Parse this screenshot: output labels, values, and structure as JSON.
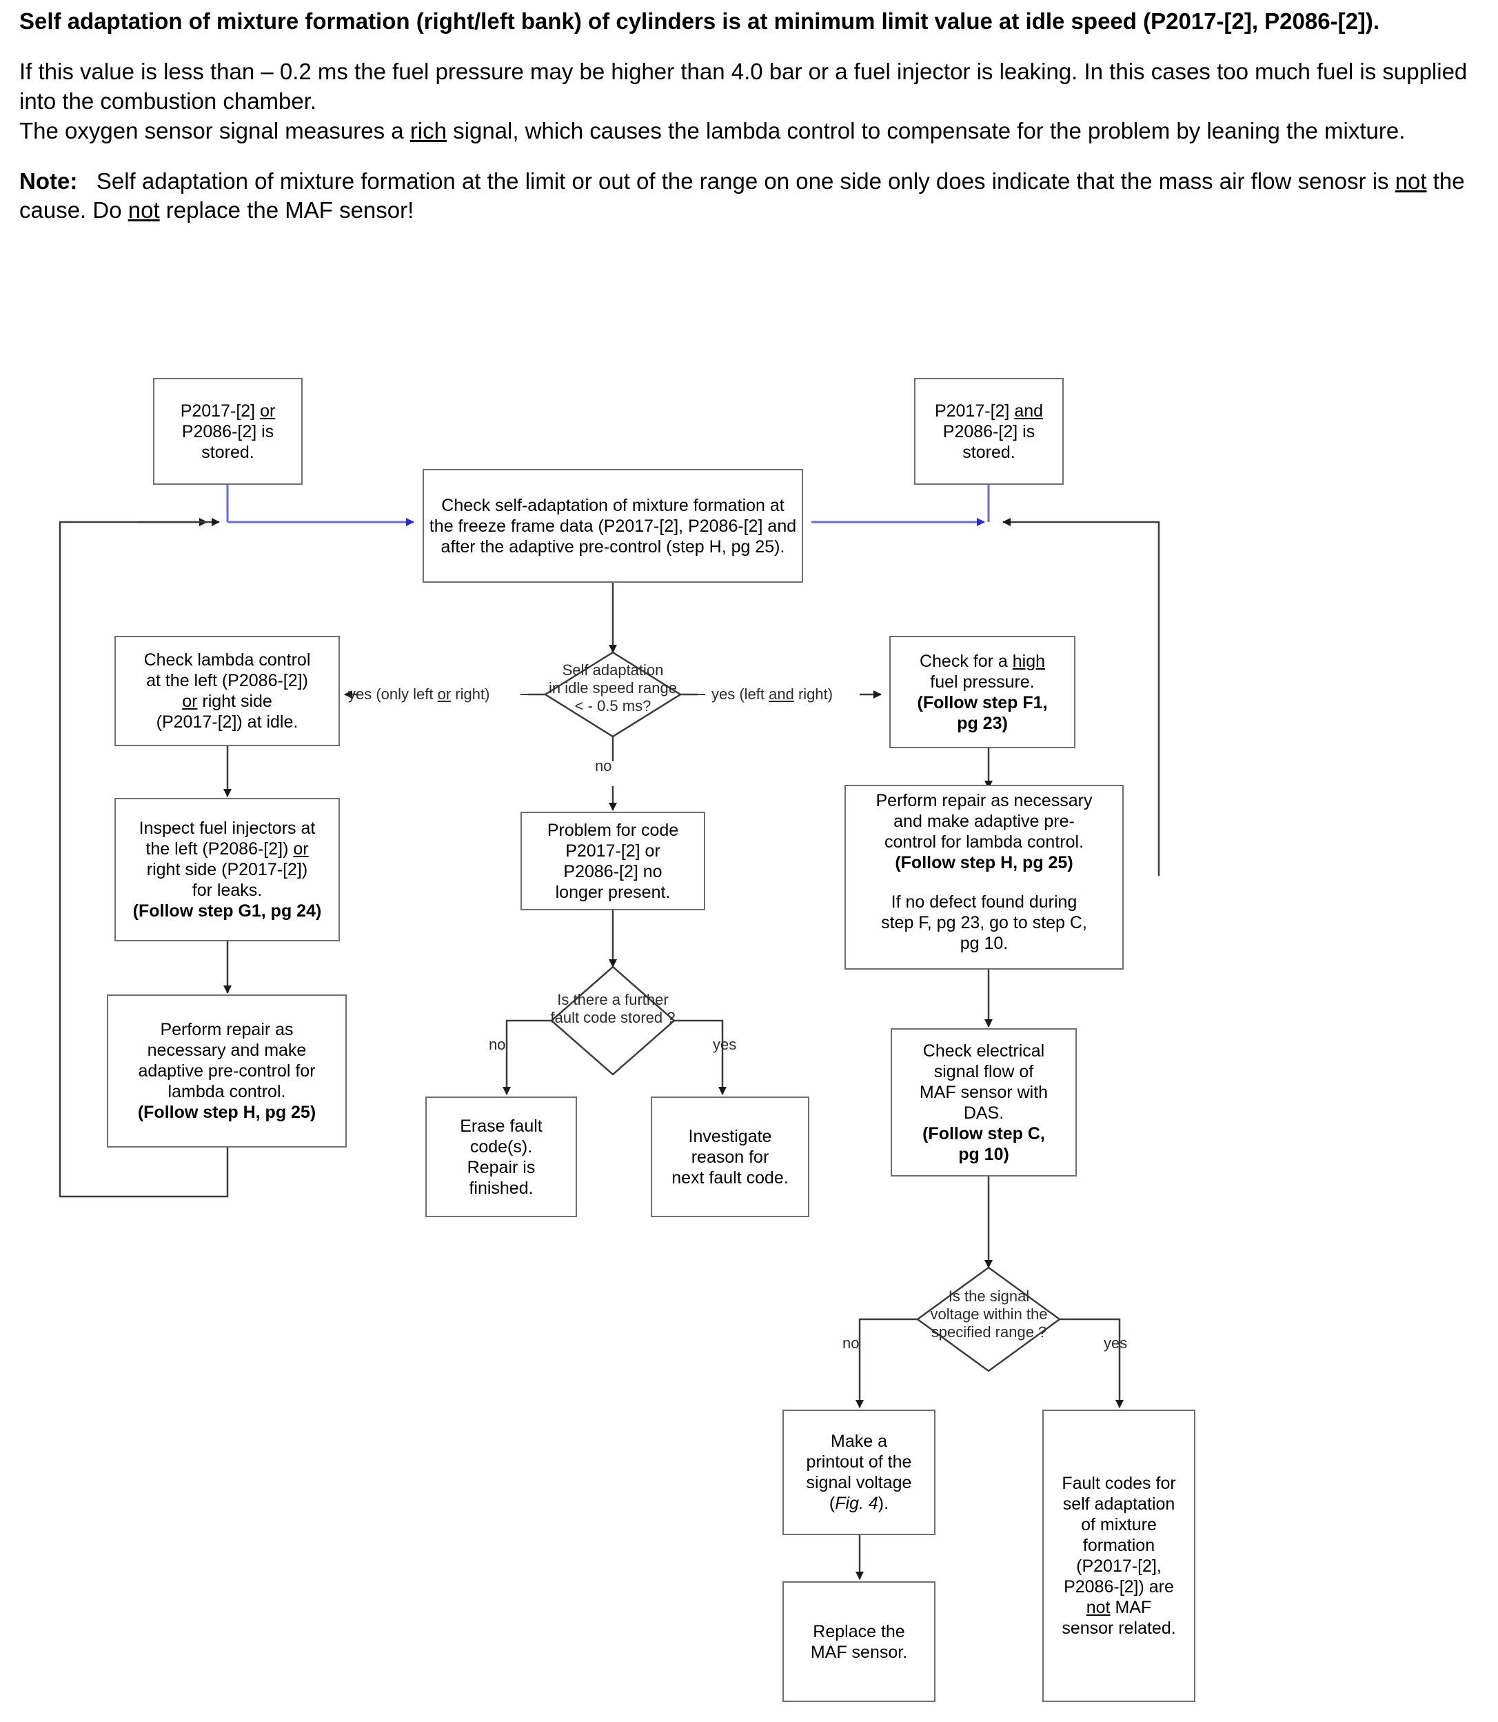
{
  "document": {
    "heading": "Self adaptation of mixture formation (right/left bank) of cylinders is at minimum limit value at idle speed (P2017-[2], P2086-[2]).",
    "para1": "If this value is less than – 0.2 ms the fuel pressure may be higher than 4.0 bar or a fuel injector is leaking. In this cases too much fuel is supplied into the combustion chamber.",
    "para2_a": "The oxygen sensor signal measures a ",
    "para2_u": "rich",
    "para2_b": " signal, which causes the lambda control to compensate for the problem by leaning the mixture.",
    "note_label": "Note:",
    "note_a": "Self adaptation of mixture formation at the limit or out of the range on one side only does indicate that the mass air flow senosr is ",
    "note_u1": "not",
    "note_b": " the cause. Do ",
    "note_u2": "not",
    "note_c": " replace the  MAF sensor!"
  },
  "flow": {
    "start_left": "P2017-[2] or P2086-[2] is stored.",
    "start_left_parts": {
      "pre": "P2017-[2] ",
      "u": "or",
      "post": " P2086-[2] is stored."
    },
    "start_right_parts": {
      "pre": "P2017-[2] ",
      "u": "and",
      "post": " P2086-[2] is stored."
    },
    "check_main": "Check self-adaptation of mixture formation at the freeze frame data (P2017-[2], P2086-[2] and after the adaptive pre-control (step H, pg 25).",
    "decision1_l1": "Self adaptation",
    "decision1_l2": "in idle speed range",
    "decision1_l3": "< - 0.5 ms?",
    "edge_yes_left_pre": "yes (only left ",
    "edge_yes_left_u": "or",
    "edge_yes_left_post": " right)",
    "edge_yes_right_pre": "yes (left ",
    "edge_yes_right_u": "and",
    "edge_yes_right_post": " right)",
    "edge_no_1": "no",
    "check_lambda": {
      "l1": "Check lambda control",
      "l2": "at the left (P2086-[2])",
      "u": "or",
      "l3": " right side",
      "l4": "(P2017-[2]) at idle."
    },
    "inspect_injectors": {
      "l1": "Inspect fuel injectors at",
      "l2": "the left (P2086-[2]) ",
      "u": "or",
      "l3": "right side (P2017-[2])",
      "l4": "for leaks.",
      "l5": "(Follow step G1, pg 24)"
    },
    "perform_repair_left": {
      "l1": "Perform repair as",
      "l2": "necessary and make",
      "l3": "adaptive pre-control for",
      "l4": "lambda control.",
      "l5": "(Follow step H, pg 25)"
    },
    "problem_gone": {
      "l1": "Problem for code",
      "l2": "P2017-[2] or",
      "l3": "P2086-[2] no",
      "l4": "longer present."
    },
    "decision2_l1": "Is there a further",
    "decision2_l2": "fault code stored ?",
    "edge_no_2": "no",
    "edge_yes_2": "yes",
    "erase_codes": {
      "l1": "Erase fault",
      "l2": "code(s).",
      "l3": "Repair is",
      "l4": "finished."
    },
    "investigate": {
      "l1": "Investigate",
      "l2": "reason for",
      "l3": "next fault code."
    },
    "check_fuel_pressure": {
      "l1": "Check for a ",
      "u": "high",
      "l2": "fuel pressure.",
      "l3": "(Follow step F1,",
      "l4": "pg 23)"
    },
    "perform_repair_right_top": {
      "l1": "Perform repair as necessary",
      "l2": "and make adaptive pre-",
      "l3": "control for lambda control.",
      "l4": "(Follow step H, pg 25)"
    },
    "perform_repair_right_bottom": {
      "l1": "If no defect found during",
      "l2": "step F, pg 23, go to step C,",
      "l3": "pg 10."
    },
    "check_electrical": {
      "l1": "Check electrical",
      "l2": "signal flow of",
      "l3": "MAF sensor with",
      "l4": "DAS.",
      "l5": "(Follow step C,",
      "l6": "pg 10)"
    },
    "decision3_l1": "Is the signal",
    "decision3_l2": "voltage  within the",
    "decision3_l3": "specified range ?",
    "edge_no_3": "no",
    "edge_yes_3": "yes",
    "printout": {
      "l1": "Make a",
      "l2": "printout of the",
      "l3": "signal voltage",
      "l4_pre": "(",
      "l4_i": "Fig. 4",
      "l4_post": ")."
    },
    "replace_maf": {
      "l1": "Replace the",
      "l2": "MAF sensor."
    },
    "fault_codes_not_maf": {
      "l1": "Fault codes for",
      "l2": "self adaptation",
      "l3": "of mixture",
      "l4": "formation",
      "l5": "(P2017-[2],",
      "l6": "P2086-[2]) are",
      "u": "not",
      "l7": "  MAF",
      "l8": "sensor related."
    }
  },
  "colors": {
    "box_border": "#6f6f6f",
    "connector_black": "#3c3c3c",
    "connector_blue": "#6a6ad8",
    "text": "#000000"
  }
}
